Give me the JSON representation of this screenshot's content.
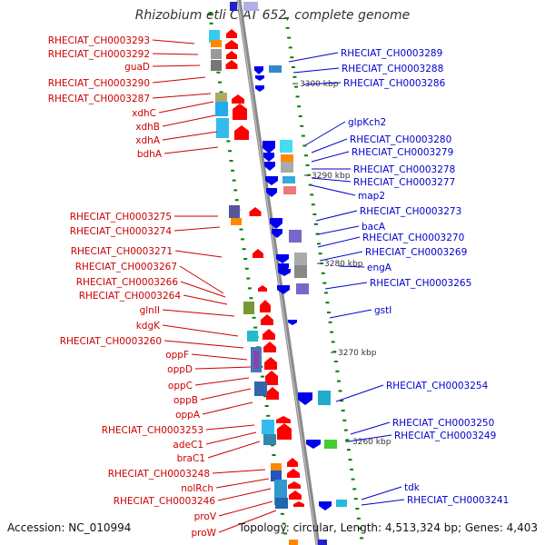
{
  "title": "Rhizobium etli CIAT 652, complete genome",
  "footer": {
    "accession": "Accession: NC_010994",
    "summary": "Topology: circular, Length: 4,513,324 bp; Genes: 4,403"
  },
  "colors": {
    "left_label": "#cc0000",
    "right_label": "#0000cc",
    "backbone": "#8a8a8a",
    "forward_gene": "#ff0000",
    "reverse_gene": "#0000ee",
    "tick": "#008000"
  },
  "scale_ticks": [
    {
      "label": "3300 kbp"
    },
    {
      "label": "3290 kbp"
    },
    {
      "label": "3280 kbp"
    },
    {
      "label": "3270 kbp"
    },
    {
      "label": "3260 kbp"
    }
  ],
  "left_labels": [
    "RHECIAT_CH0003293",
    "RHECIAT_CH0003292",
    "guaD",
    "RHECIAT_CH0003290",
    "RHECIAT_CH0003287",
    "xdhC",
    "xdhB",
    "xdhA",
    "bdhA",
    "RHECIAT_CH0003275",
    "RHECIAT_CH0003274",
    "RHECIAT_CH0003271",
    "RHECIAT_CH0003267",
    "RHECIAT_CH0003266",
    "RHECIAT_CH0003264",
    "glnII",
    "kdgK",
    "RHECIAT_CH0003260",
    "oppF",
    "oppD",
    "oppC",
    "oppB",
    "oppA",
    "RHECIAT_CH0003253",
    "adeC1",
    "braC1",
    "RHECIAT_CH0003248",
    "nolRch",
    "RHECIAT_CH0003246",
    "proV",
    "proW"
  ],
  "right_labels": [
    "RHECIAT_CH0003289",
    "RHECIAT_CH0003288",
    "RHECIAT_CH0003286",
    "glpKch2",
    "RHECIAT_CH0003280",
    "RHECIAT_CH0003279",
    "RHECIAT_CH0003278",
    "RHECIAT_CH0003277",
    "map2",
    "RHECIAT_CH0003273",
    "bacA",
    "RHECIAT_CH0003270",
    "RHECIAT_CH0003269",
    "engA",
    "RHECIAT_CH0003265",
    "gstI",
    "RHECIAT_CH0003254",
    "RHECIAT_CH0003250",
    "RHECIAT_CH0003249",
    "tdk",
    "RHECIAT_CH0003241"
  ]
}
